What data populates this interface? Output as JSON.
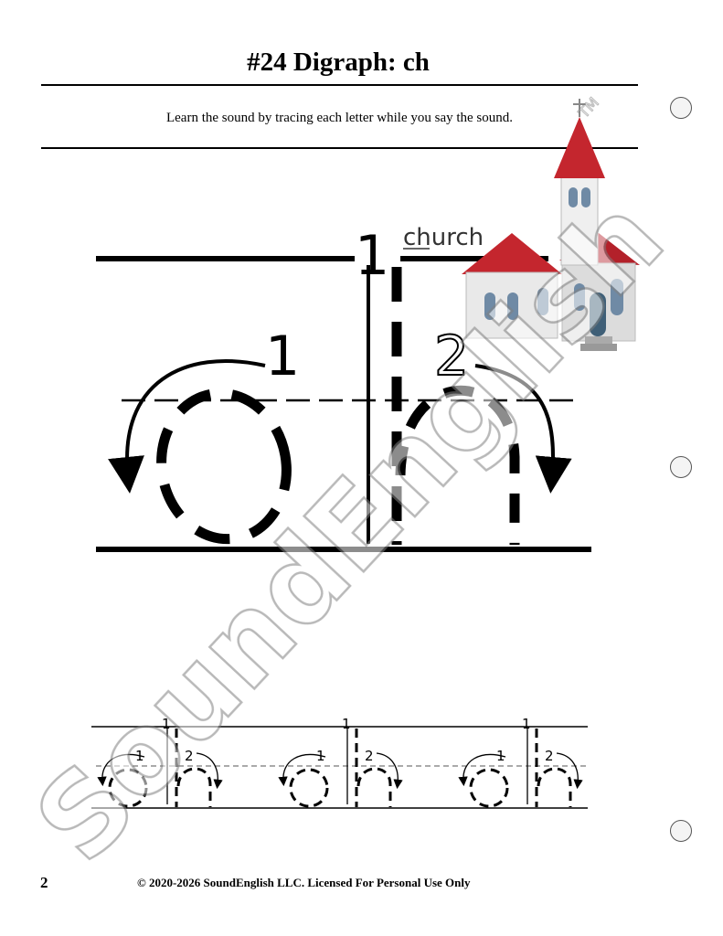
{
  "header": {
    "title": "#24 Digraph: ch",
    "instruction": "Learn the sound by tracing each letter while you say the sound."
  },
  "example": {
    "word": "church",
    "picture": "church-icon"
  },
  "strokes": {
    "c_stroke": "1",
    "h_stroke_1": "1",
    "h_stroke_2": "2"
  },
  "practice": {
    "groups": [
      {
        "c_num": "1",
        "h_num1": "1",
        "h_num2": "2"
      },
      {
        "c_num": "1",
        "h_num1": "1",
        "h_num2": "2"
      },
      {
        "c_num": "1",
        "h_num1": "1",
        "h_num2": "2"
      }
    ]
  },
  "watermark": {
    "text": "SoundEnglish",
    "mark": "TM"
  },
  "footer": {
    "page_number": "2",
    "copyright": "© 2020-2026 SoundEnglish LLC. Licensed For Personal Use Only"
  }
}
